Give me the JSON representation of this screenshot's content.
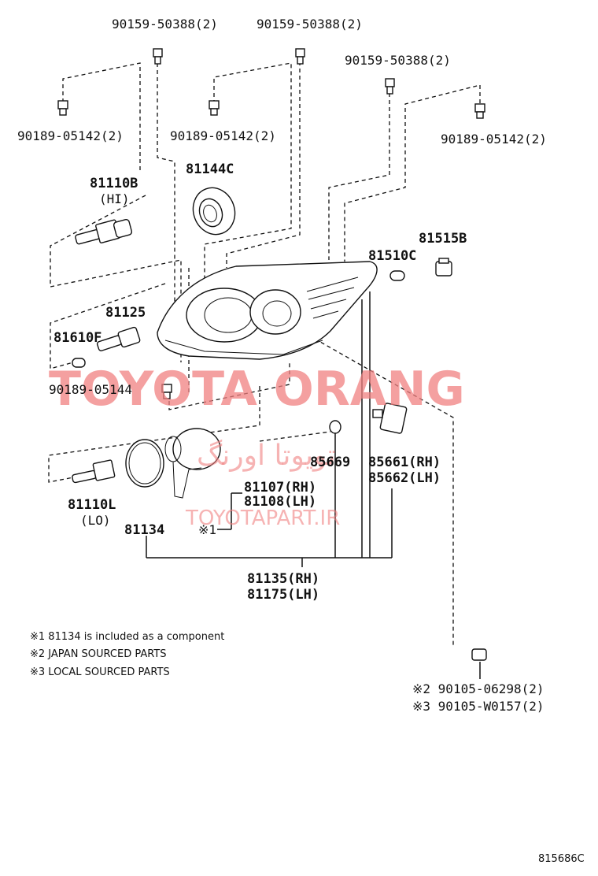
{
  "parts": {
    "bolt_top_left": "90159-50388(2)",
    "bolt_top_mid": "90159-50388(2)",
    "bolt_right": "90159-50388(2)",
    "nut_left": "90189-05142(2)",
    "nut_mid": "90189-05142(2)",
    "nut_right": "90189-05142(2)",
    "bulb_hi": "81110B",
    "bulb_hi_sub": "(HI)",
    "cover": "81144C",
    "socket_81515b": "81515B",
    "bulb_81510c": "81510C",
    "socket_81125": "81125",
    "bulb_81610f": "81610F",
    "nut_bottom": "90189-05144",
    "oring_85669": "85669",
    "motor_rh": "85661(RH)",
    "motor_lh": "85662(LH)",
    "unit_rh": "81107(RH)",
    "unit_lh": "81108(LH)",
    "ref1": "※1",
    "bulb_lo": "81110L",
    "bulb_lo_sub": "(LO)",
    "gasket": "81134",
    "assy_rh": "81135(RH)",
    "assy_lh": "81175(LH)",
    "screw_japan": "※2 90105-06298(2)",
    "screw_local": "※3 90105-W0157(2)"
  },
  "notes": [
    "※1  81134 is included as a component",
    "※2 JAPAN SOURCED PARTS",
    "※3 LOCAL SOURCED PARTS"
  ],
  "diagram_code": "815686C",
  "watermark": {
    "main": "TOYOTA ORANG",
    "arabic": "تویوتا اورنگ",
    "site": "TOYOTAPART.IR",
    "color": "#f08080"
  }
}
